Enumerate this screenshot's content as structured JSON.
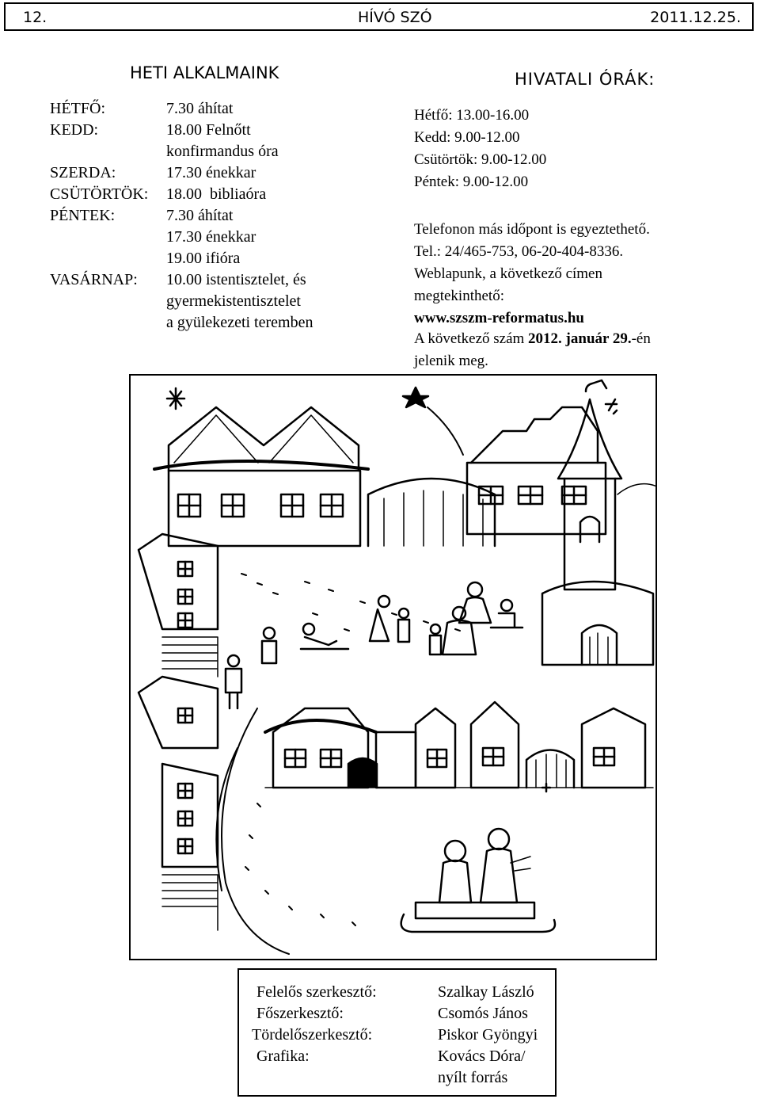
{
  "header": {
    "page": "12.",
    "title": "HÍVÓ SZÓ",
    "date": "2011.12.25."
  },
  "schedule": {
    "title": "HETI ALKALMAINK",
    "days": [
      {
        "day": "HÉTFŐ:",
        "lines": [
          "7.30 áhítat"
        ]
      },
      {
        "day": "KEDD:",
        "lines": [
          "18.00 Felnőtt",
          "konfirmandus óra"
        ]
      },
      {
        "day": "SZERDA:",
        "lines": [
          "17.30 énekkar"
        ]
      },
      {
        "day": "CSÜTÖRTÖK:",
        "lines": [
          "18.00  bibliaóra"
        ]
      },
      {
        "day": "PÉNTEK:",
        "lines": [
          "7.30 áhítat",
          "17.30 énekkar",
          "19.00 ifióra"
        ]
      },
      {
        "day": "VASÁRNAP:",
        "lines": [
          "10.00 istentisztelet, és",
          "gyermekistentisztelet",
          "a gyülekezeti teremben"
        ]
      }
    ]
  },
  "office": {
    "title": "HIVATALI ÓRÁK:",
    "hours": [
      "Hétfő: 13.00-16.00",
      "Kedd: 9.00-12.00",
      "Csütörtök: 9.00-12.00",
      "Péntek: 9.00-12.00"
    ],
    "phone_note": "Telefonon más időpont is egyeztethető.",
    "tel": "Tel.: 24/465-753, 06-20-404-8336.",
    "web_line1": "Weblapunk, a következő címen",
    "web_line2": "megtekinthető:",
    "web_url": "www.szszm-reformatus.hu",
    "next_pre": "A következő szám ",
    "next_date": "2012. január 29.",
    "next_post": "-én",
    "next_line2": "jelenik meg."
  },
  "credits": {
    "rows": [
      {
        "role": "Felelős szerkesztő:",
        "name": "Szalkay László"
      },
      {
        "role": "Főszerkesztő:",
        "name": "Csomós János"
      },
      {
        "role": "Tördelőszerkesztő:",
        "name": "Piskor Gyöngyi"
      },
      {
        "role": "Grafika:",
        "name": "Kovács Dóra/"
      },
      {
        "role": "",
        "name": "nyílt forrás"
      }
    ]
  }
}
